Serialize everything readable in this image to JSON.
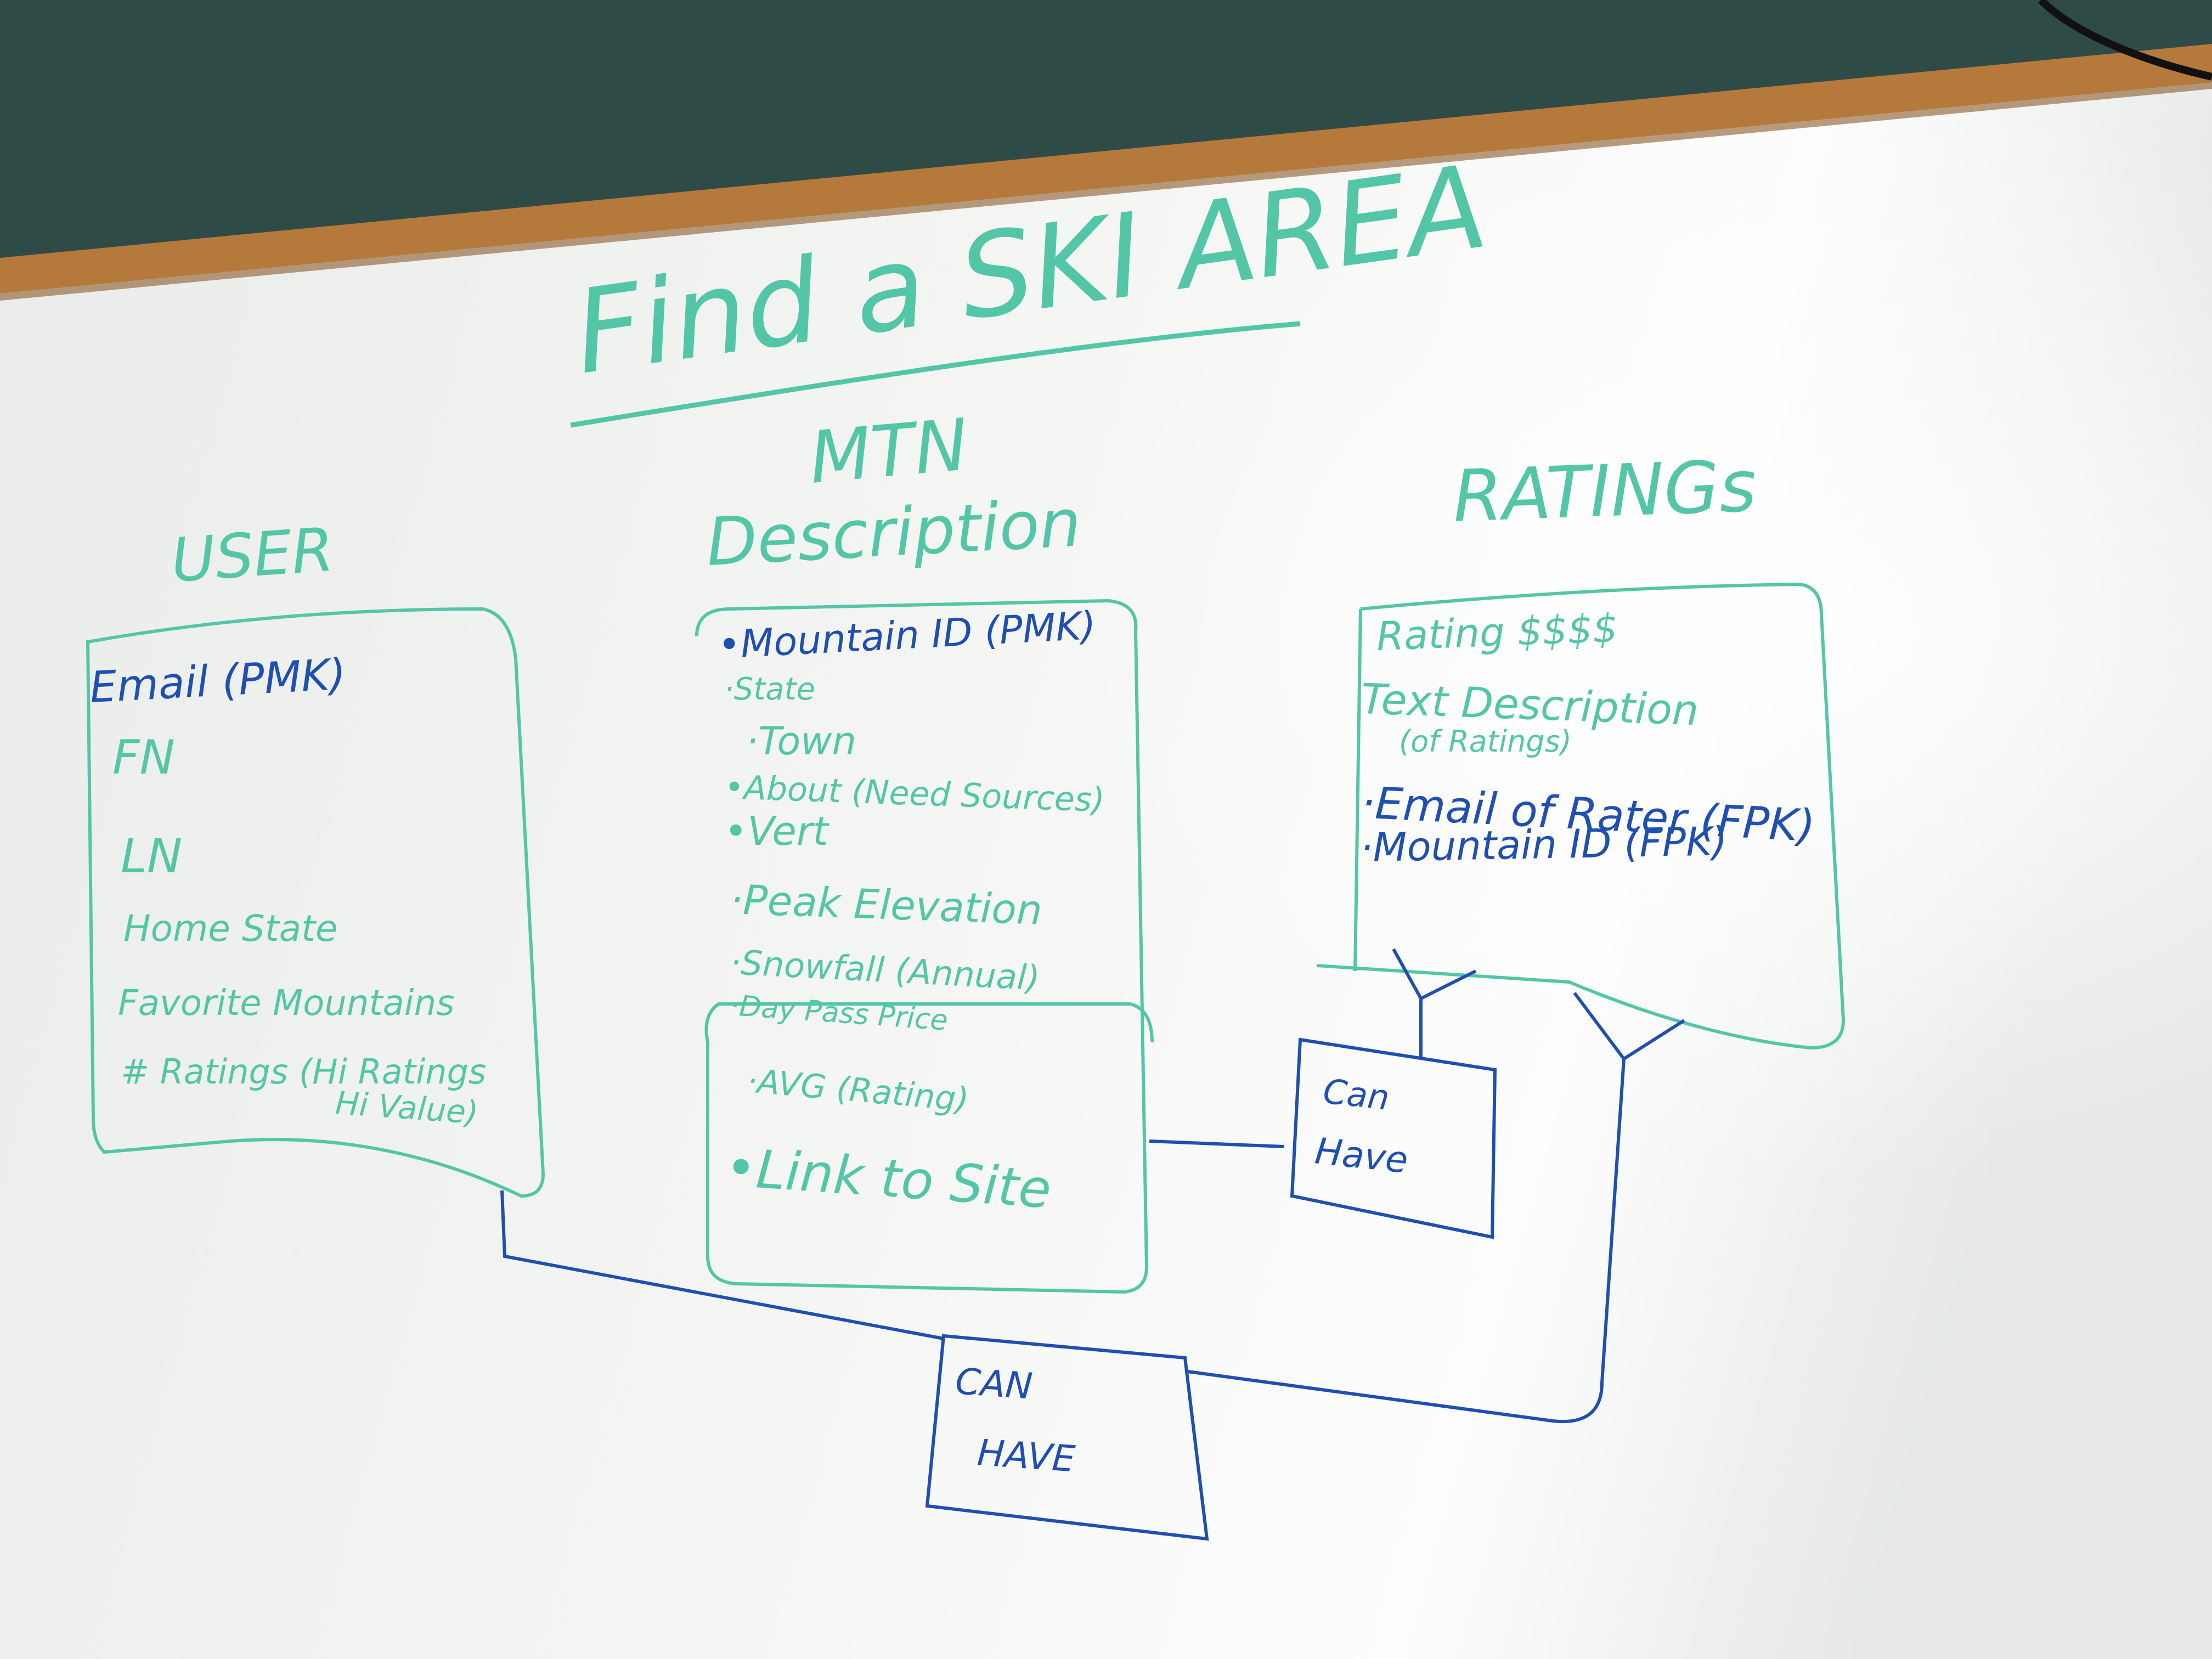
{
  "title": {
    "line1": "Find a SKI AREA"
  },
  "user_entity": {
    "heading": "USER",
    "fields": [
      "Email (PMK)",
      "FN",
      "LN",
      "Home State",
      "Favorite Mountains",
      "# Ratings (Hi Ratings",
      "Hi Value)"
    ]
  },
  "mtn_entity": {
    "heading_line1": "MTN",
    "heading_line2": "Description",
    "fields": [
      "•Mountain ID (PMK)",
      "·State",
      "·Town",
      "•About (Need Sources)",
      "•Vert",
      "·Peak Elevation",
      "·Snowfall (Annual)",
      "·Day Pass Price",
      "·AVG (Rating)",
      "•Link to Site"
    ]
  },
  "ratings_entity": {
    "heading": "RATINGs",
    "fields": [
      "Rating $$$$",
      "Text Description",
      "(of Ratings)",
      "·Email of Rater (FPK)",
      "·Mountain ID (FPK)"
    ]
  },
  "relationships": {
    "mtn_ratings": {
      "line1": "Can",
      "line2": "Have"
    },
    "user_ratings": {
      "line1": "CAN",
      "line2": "HAVE"
    }
  },
  "colors": {
    "wall": "#2f4b48",
    "frame": "#b5793b",
    "board": "#f1f2ef",
    "teal_marker": "#54c6a8",
    "blue_marker": "#1f4fb0"
  }
}
